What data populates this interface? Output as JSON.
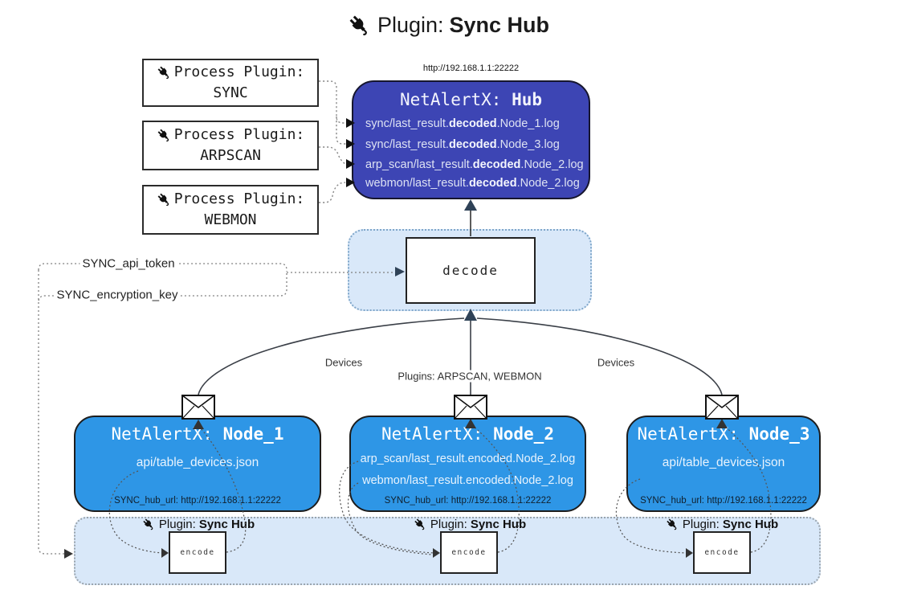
{
  "title": {
    "prefix": "Plugin: ",
    "bold": "Sync Hub"
  },
  "process_plugins": [
    {
      "label": "Process Plugin:",
      "name": "SYNC"
    },
    {
      "label": "Process Plugin:",
      "name": "ARPSCAN"
    },
    {
      "label": "Process Plugin:",
      "name": "WEBMON"
    }
  ],
  "hub": {
    "url": "http://192.168.1.1:22222",
    "title_prefix": "NetAlertX: ",
    "title_bold": "Hub",
    "lines": [
      {
        "pre": "sync/last_result.",
        "bold": "decoded",
        "post": ".Node_1.log"
      },
      {
        "pre": "sync/last_result.",
        "bold": "decoded",
        "post": ".Node_3.log"
      },
      {
        "pre": "arp_scan/last_result.",
        "bold": "decoded",
        "post": ".Node_2.log"
      },
      {
        "pre": "webmon/last_result.",
        "bold": "decoded",
        "post": ".Node_2.log"
      }
    ]
  },
  "keys": {
    "api_token": "SYNC_api_token",
    "encryption_key": "SYNC_encryption_key"
  },
  "decode": {
    "label": "decode"
  },
  "edges": {
    "devices_left": "Devices",
    "plugins_mid": "Plugins: ARPSCAN, WEBMON",
    "devices_right": "Devices"
  },
  "nodes": [
    {
      "title_prefix": "NetAlertX: ",
      "title_bold": "Node_1",
      "lines": [
        "api/table_devices.json"
      ],
      "hub_url": "SYNC_hub_url: http://192.168.1.1:22222"
    },
    {
      "title_prefix": "NetAlertX: ",
      "title_bold": "Node_2",
      "lines": [
        "arp_scan/last_result.encoded.Node_2.log",
        "webmon/last_result.encoded.Node_2.log"
      ],
      "hub_url": "SYNC_hub_url: http://192.168.1.1:22222"
    },
    {
      "title_prefix": "NetAlertX: ",
      "title_bold": "Node_3",
      "lines": [
        "api/table_devices.json"
      ],
      "hub_url": "SYNC_hub_url: http://192.168.1.1:22222"
    }
  ],
  "sync_plugin": {
    "label_prefix": "Plugin: ",
    "label_bold": "Sync Hub",
    "encode_label": "encode"
  },
  "colors": {
    "hub_fill": "#3d45b4",
    "node_fill": "#2e96e6",
    "container_fill": "#d9e8f9",
    "arrow_dark": "#2f4257",
    "border_dark": "#1d1d1d"
  }
}
